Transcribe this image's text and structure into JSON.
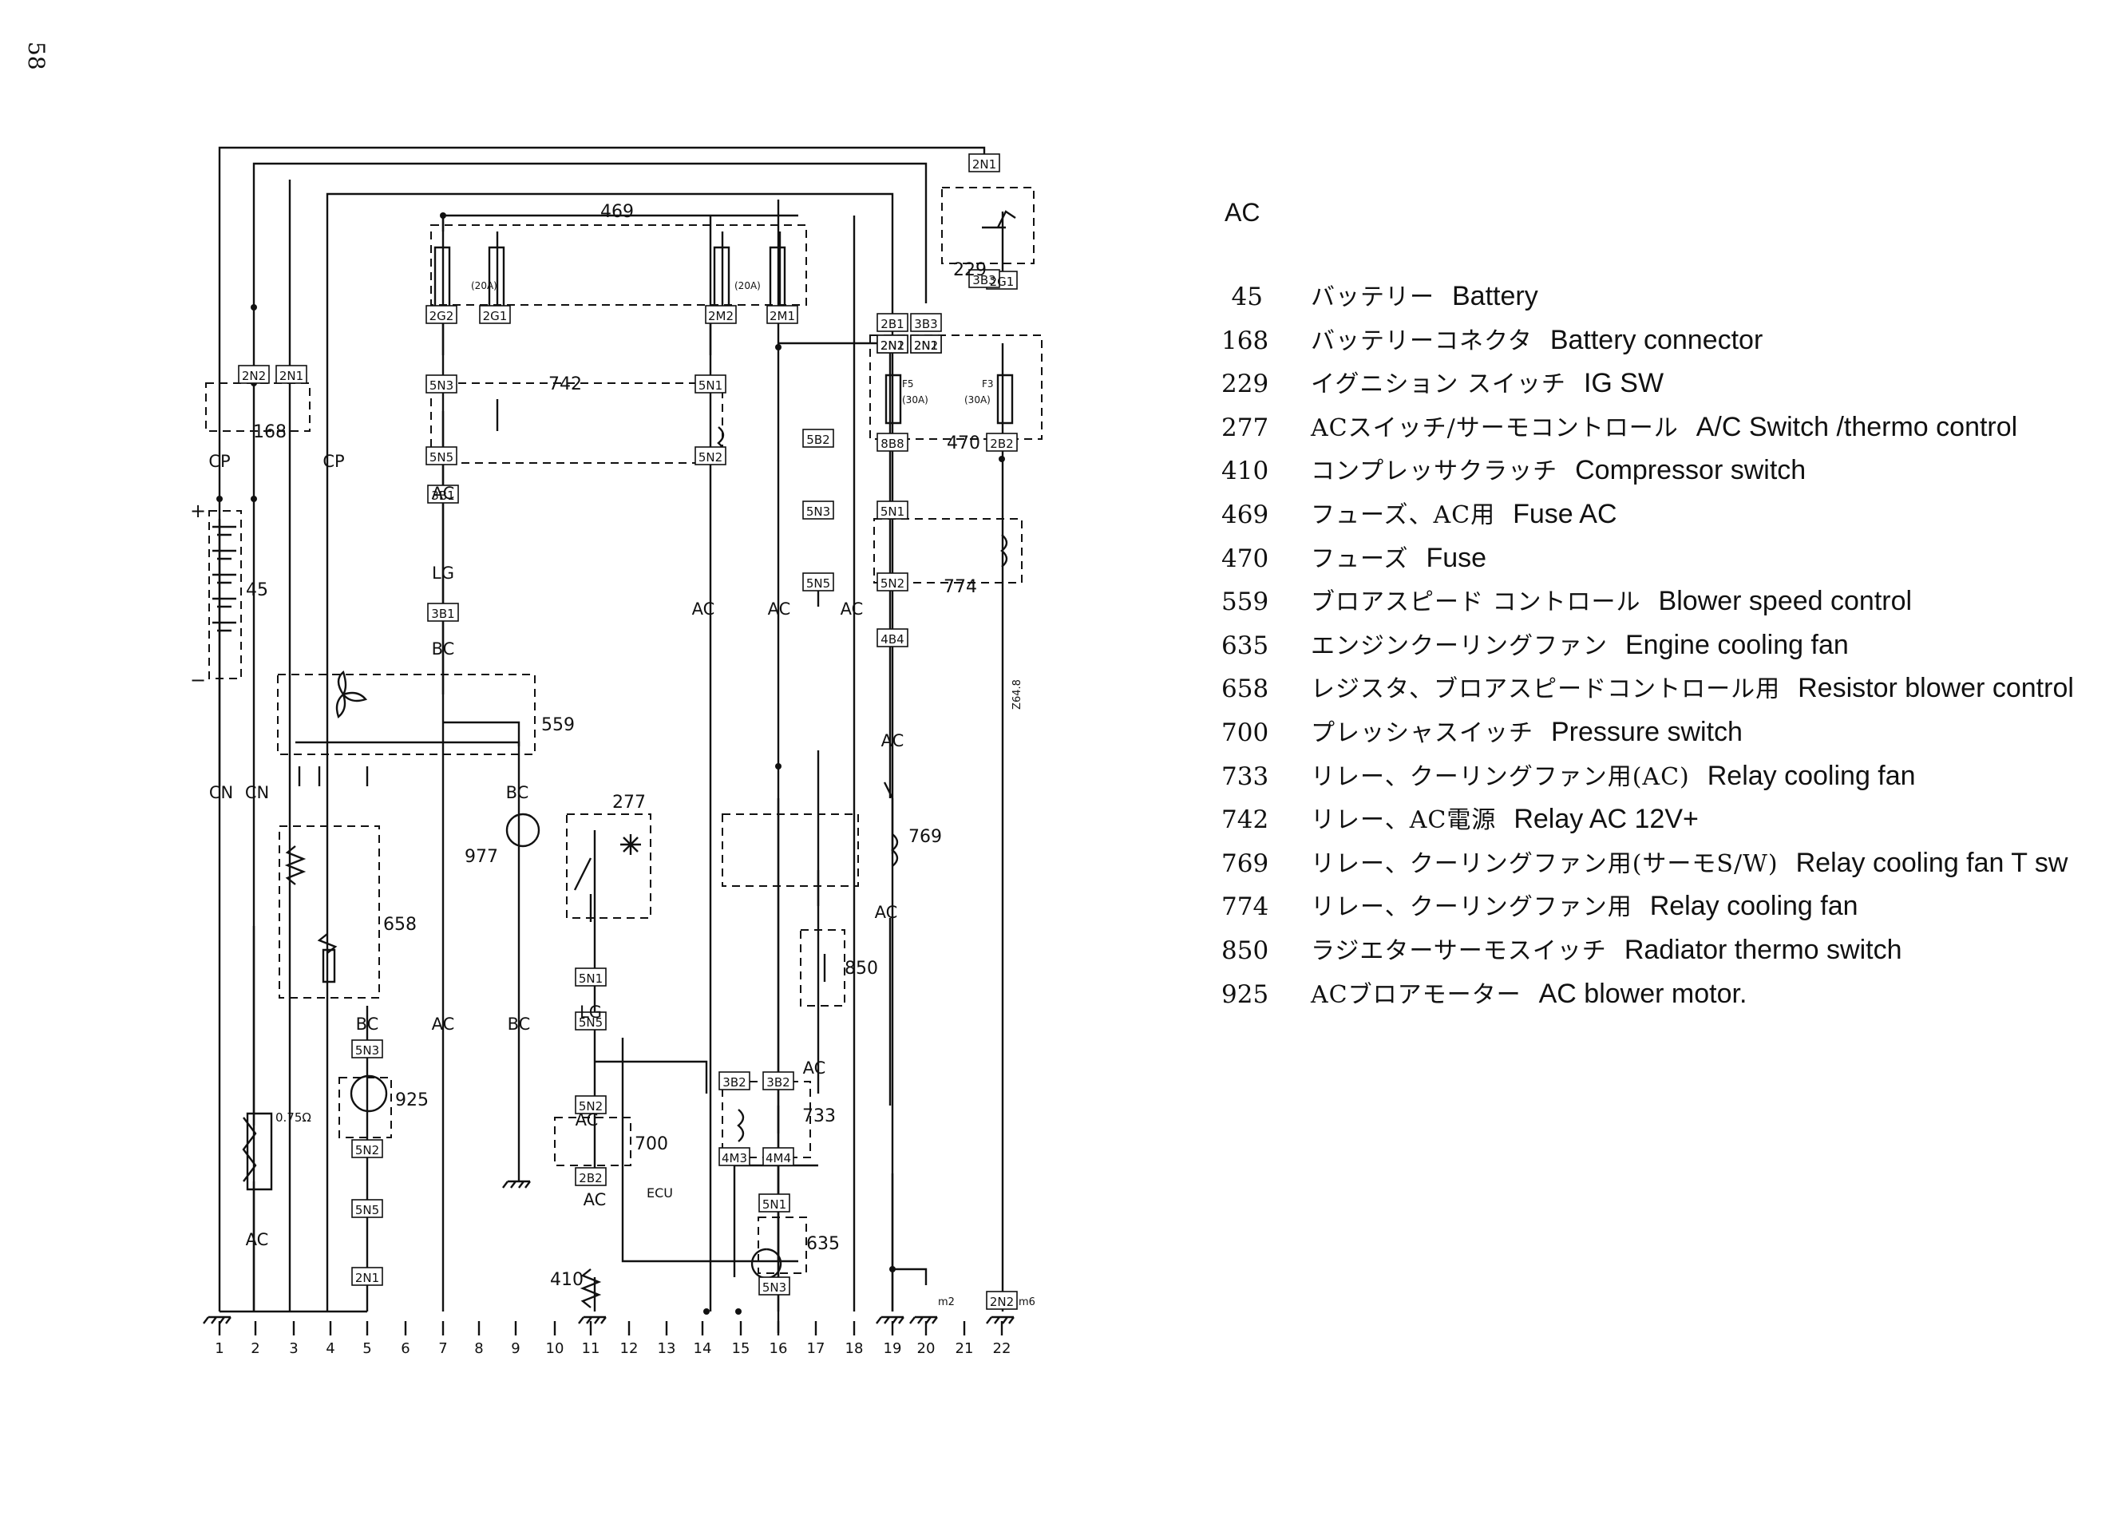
{
  "page": {
    "number": "58"
  },
  "diagram": {
    "component_ids": [
      "469",
      "168",
      "742",
      "45",
      "559",
      "277",
      "977",
      "658",
      "925",
      "700",
      "410",
      "733",
      "635",
      "850",
      "769",
      "774",
      "470",
      "229"
    ],
    "connector_labels": [
      "2N1",
      "2G1",
      "2N2",
      "2N1",
      "2N2",
      "2N1",
      "2G2",
      "2G1",
      "2M2",
      "2M1",
      "2N1",
      "2N2",
      "8B8",
      "2B2",
      "5N3",
      "5N1",
      "5N5",
      "5N2",
      "3B1",
      "3B1",
      "5N3",
      "5N1",
      "5N5",
      "5N2",
      "4B4",
      "5N3",
      "5N1",
      "5N5",
      "5N2",
      "2B2",
      "3B2",
      "3B2",
      "4M3",
      "4M4",
      "5N1",
      "5N3",
      "5N2",
      "5N5",
      "2N1",
      "2N2",
      "2B1",
      "3B3",
      "3B3",
      "5B2"
    ],
    "wire_labels": [
      "CP",
      "CP",
      "CN",
      "CN",
      "AC",
      "AC",
      "AC",
      "AC",
      "AC",
      "AC",
      "BC",
      "BC",
      "BC",
      "BC",
      "LG",
      "LG",
      "AC",
      "AC",
      "AC",
      "AC",
      "AC"
    ],
    "misc_labels": [
      "(20A)",
      "(20A)",
      "F5",
      "(30A)",
      "F3",
      "(30A)",
      "0.75Ω",
      "ECU",
      "m2",
      "m6",
      "Z64.8",
      "+",
      "−"
    ],
    "grid_numbers": [
      "1",
      "2",
      "3",
      "4",
      "5",
      "6",
      "7",
      "8",
      "9",
      "10",
      "11",
      "12",
      "13",
      "14",
      "15",
      "16",
      "17",
      "18",
      "19",
      "20",
      "21",
      "22"
    ]
  },
  "legend": {
    "title": "AC",
    "items": [
      {
        "code": "45",
        "jp": "バッテリー",
        "en": "Battery"
      },
      {
        "code": "168",
        "jp": "バッテリーコネクタ",
        "en": "Battery connector"
      },
      {
        "code": "229",
        "jp": "イグニション スイッチ",
        "en": "IG   SW"
      },
      {
        "code": "277",
        "jp": "ACスイッチ/サーモコントロール",
        "en": "A/C Switch /thermo control"
      },
      {
        "code": "410",
        "jp": "コンプレッサクラッチ",
        "en": "Compressor switch"
      },
      {
        "code": "469",
        "jp": "フューズ、AC用",
        "en": "Fuse AC"
      },
      {
        "code": "470",
        "jp": "フューズ",
        "en": "Fuse"
      },
      {
        "code": "559",
        "jp": "ブロアスピード コントロール",
        "en": "Blower speed control"
      },
      {
        "code": "635",
        "jp": "エンジンクーリングファン",
        "en": "Engine cooling fan"
      },
      {
        "code": "658",
        "jp": "レジスタ、ブロアスピードコントロール用",
        "en": "Resistor blower control"
      },
      {
        "code": "700",
        "jp": "プレッシャスイッチ",
        "en": "Pressure switch"
      },
      {
        "code": "733",
        "jp": "リレー、クーリングファン用(AC)",
        "en": "Relay cooling fan"
      },
      {
        "code": "742",
        "jp": "リレー、AC電源",
        "en": "Relay AC 12V+"
      },
      {
        "code": "769",
        "jp": "リレー、クーリングファン用(サーモS/W)",
        "en": "Relay cooling fan T sw"
      },
      {
        "code": "774",
        "jp": "リレー、クーリングファン用",
        "en": "Relay cooling fan"
      },
      {
        "code": "850",
        "jp": "ラジエターサーモスイッチ",
        "en": "Radiator thermo switch"
      },
      {
        "code": "925",
        "jp": "ACブロアモーター",
        "en": "AC blower motor."
      }
    ]
  },
  "colors": {
    "ink": "#111111",
    "paper": "#ffffff"
  }
}
